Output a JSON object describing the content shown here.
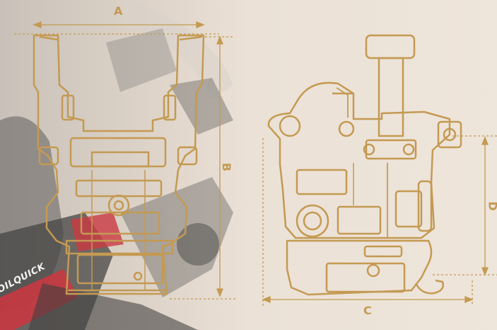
{
  "dimensions": {
    "a": "A",
    "b": "B",
    "c": "C",
    "d": "D"
  },
  "brand_text": "OILQUICK",
  "colors": {
    "outline": "#c49a52",
    "background_light": "#eee5db",
    "background_dark": "#c9c1b9",
    "photo_dark": "#3a3a3a",
    "brand_red": "#c8202c"
  }
}
